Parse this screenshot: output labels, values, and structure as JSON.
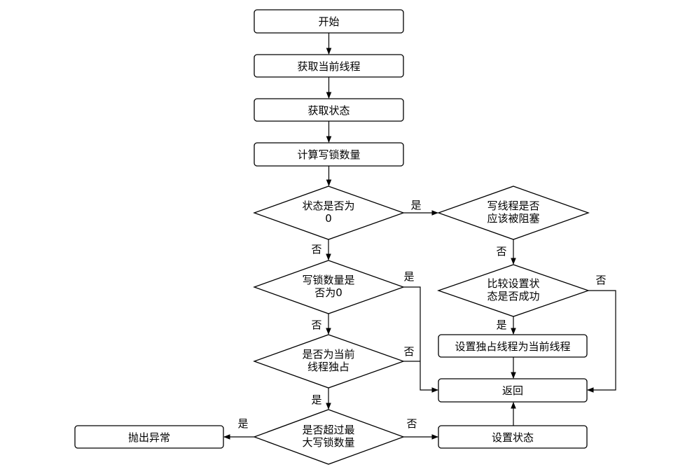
{
  "nodes": {
    "start": "开始",
    "get_thread": "获取当前线程",
    "get_state": "获取状态",
    "calc_write_count": "计算写锁数量",
    "state_zero": [
      "状态是否为",
      "0"
    ],
    "write_count_zero": [
      "写锁数量是",
      "否为0"
    ],
    "is_current_owner": [
      "是否为当前",
      "线程独占"
    ],
    "exceed_max": [
      "是否超过最",
      "大写锁数量"
    ],
    "throw_exception": "抛出异常",
    "write_should_block": [
      "写线程是否",
      "应该被阻塞"
    ],
    "cas_state": [
      "比较设置状",
      "态是否成功"
    ],
    "set_exclusive_owner": "设置独占线程为当前线程",
    "return": "返回",
    "set_state": "设置状态"
  },
  "edge_labels": {
    "yes": "是",
    "no": "否"
  },
  "colors": {
    "stroke": "#000000",
    "fill": "#ffffff"
  }
}
